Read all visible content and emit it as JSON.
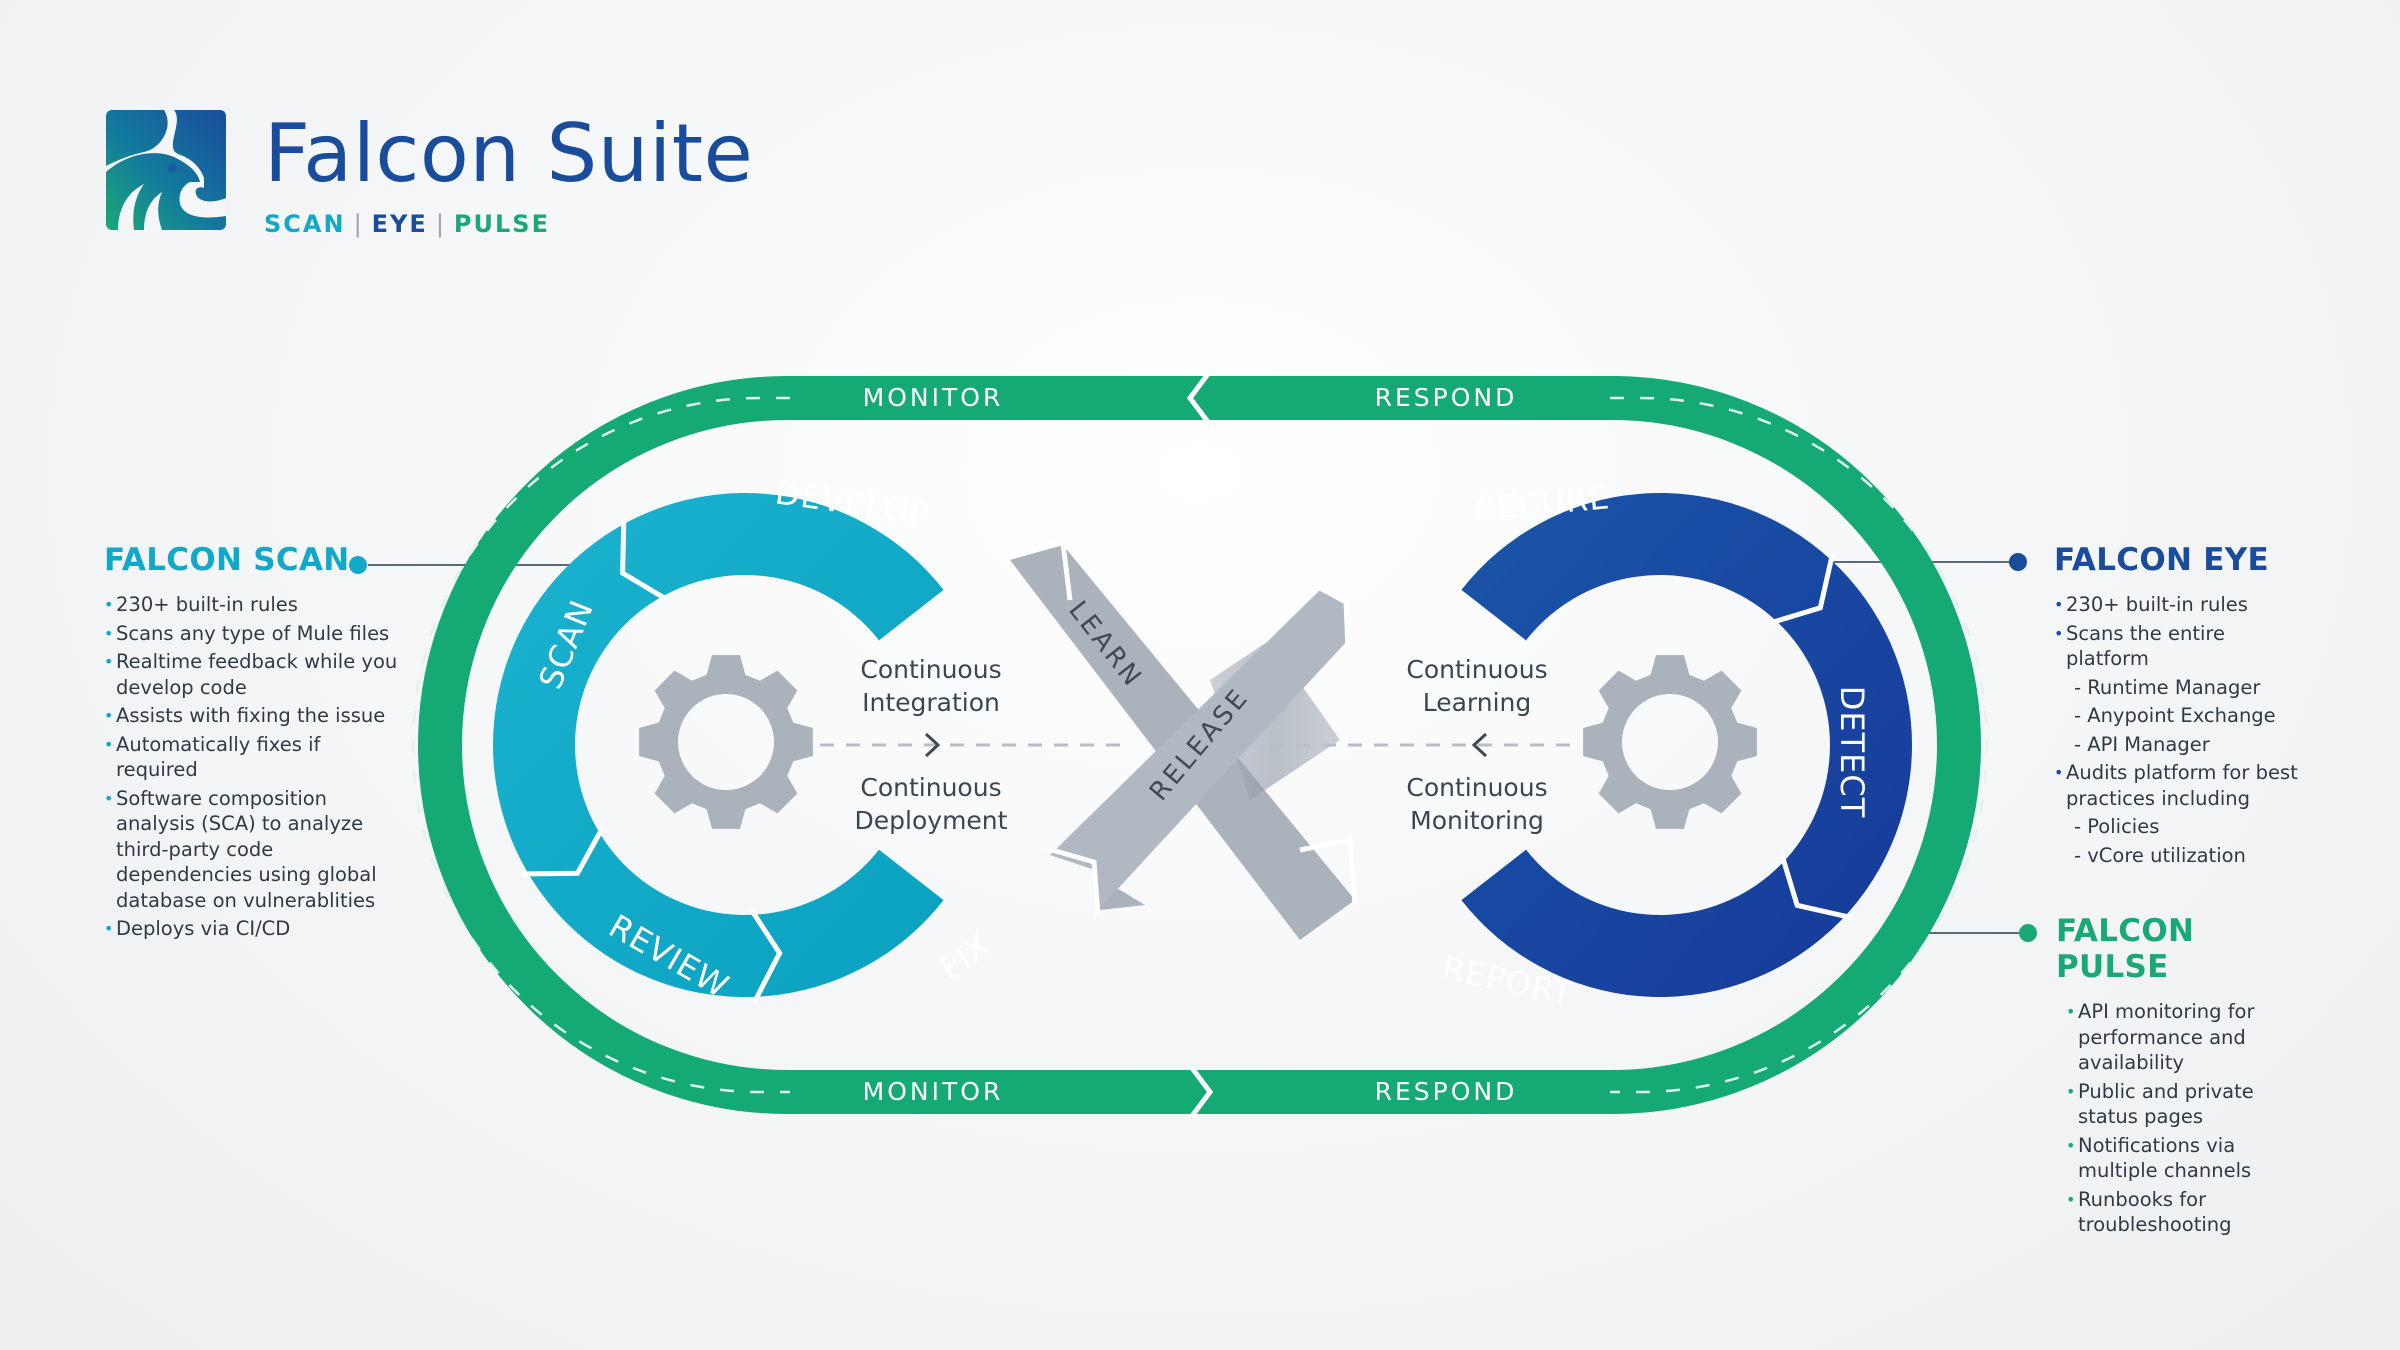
{
  "brand": {
    "title": "Falcon Suite",
    "sub": [
      "SCAN",
      "EYE",
      "PULSE"
    ],
    "separator": "|"
  },
  "colors": {
    "scan": "#12a9c9",
    "eye": "#1a4c9c",
    "pulse": "#1aa876",
    "track": "#15a974",
    "gray": "#aab2bb",
    "text": "#2f3a45"
  },
  "panels": {
    "scan": {
      "title": "FALCON SCAN",
      "items": [
        {
          "type": "bullet",
          "text": "230+ built-in rules"
        },
        {
          "type": "bullet",
          "text": "Scans any type of Mule files"
        },
        {
          "type": "bullet",
          "text": "Realtime feedback while you develop code"
        },
        {
          "type": "bullet",
          "text": "Assists with fixing the issue"
        },
        {
          "type": "bullet",
          "text": "Automatically fixes if required"
        },
        {
          "type": "bullet",
          "text": "Software composition analysis (SCA) to analyze third-party code dependencies using global database on vulnerablities"
        },
        {
          "type": "bullet",
          "text": "Deploys via CI/CD"
        }
      ]
    },
    "eye": {
      "title": "FALCON EYE",
      "items": [
        {
          "type": "bullet",
          "text": "230+ built-in rules"
        },
        {
          "type": "bullet",
          "text": "Scans the entire platform"
        },
        {
          "type": "sub",
          "text": "- Runtime Manager"
        },
        {
          "type": "sub",
          "text": "- Anypoint Exchange"
        },
        {
          "type": "sub",
          "text": "- API Manager"
        },
        {
          "type": "bullet",
          "text": "Audits platform for best practices including"
        },
        {
          "type": "sub",
          "text": "- Policies"
        },
        {
          "type": "sub",
          "text": "- vCore utilization"
        }
      ]
    },
    "pulse": {
      "title": "FALCON PULSE",
      "items": [
        {
          "type": "bullet",
          "text": "API monitoring for performance and availability"
        },
        {
          "type": "bullet",
          "text": "Public and private status pages"
        },
        {
          "type": "bullet",
          "text": "Notifications via multiple channels"
        },
        {
          "type": "bullet",
          "text": "Runbooks for troubleshooting"
        }
      ]
    }
  },
  "diagram": {
    "track_labels": {
      "top_left": "MONITOR",
      "top_right": "RESPOND",
      "bottom_left": "MONITOR",
      "bottom_right": "RESPOND"
    },
    "left_loop": [
      "DEVELOP",
      "SCAN",
      "REVIEW",
      "FIX"
    ],
    "right_loop": [
      "SECURE",
      "DETECT",
      "REPORT"
    ],
    "cross": {
      "learn": "LEARN",
      "release": "RELEASE"
    },
    "left_center": {
      "top": [
        "Continuous",
        "Integration"
      ],
      "bottom": [
        "Continuous",
        "Deployment"
      ],
      "icon": "gear-icon",
      "arrow": "right"
    },
    "right_center": {
      "top": [
        "Continuous",
        "Learning"
      ],
      "bottom": [
        "Continuous",
        "Monitoring"
      ],
      "icon": "gear-icon",
      "arrow": "left"
    }
  }
}
